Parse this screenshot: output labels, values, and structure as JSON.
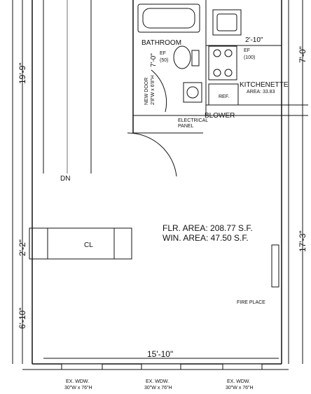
{
  "rooms": {
    "bathroom": "BATHROOM",
    "kitchenette": "KITCHENETTE",
    "kitchenette_area": "AREA: 33.83",
    "closet": "CL"
  },
  "labels": {
    "stair_dn": "DN",
    "fire_place": "FIRE PLACE",
    "electrical_panel_1": "ELECTRICAL",
    "electrical_panel_2": "PANEL",
    "blower": "BLOWER",
    "ref": "REF.",
    "new_door": "NEW DOOR",
    "new_door_size": "2'8\"W x 6'8\"H",
    "ef_bath": "EF",
    "ef_bath_val": "(50)",
    "ef_kitchen": "EF",
    "ef_kitchen_val": "(100)"
  },
  "areas": {
    "floor": "FLR. AREA: 208.77 S.F.",
    "window": "WIN. AREA: 47.50 S.F."
  },
  "dimensions": {
    "left_total": "19'-9\"",
    "left_mid": "2'-2\"",
    "left_bottom": "6'-10\"",
    "right_top": "7'-0\"",
    "right_bottom": "17'-3\"",
    "bath_height": "7'-0\"",
    "kitchen_width": "2'-10\"",
    "bottom_width": "15'-10\""
  },
  "windows": [
    {
      "line1": "EX. WDW.",
      "line2": "30\"W x 76\"H"
    },
    {
      "line1": "EX. WDW.",
      "line2": "30\"W x 76\"H"
    },
    {
      "line1": "EX. WDW.",
      "line2": "30\"W x 76\"H"
    }
  ]
}
